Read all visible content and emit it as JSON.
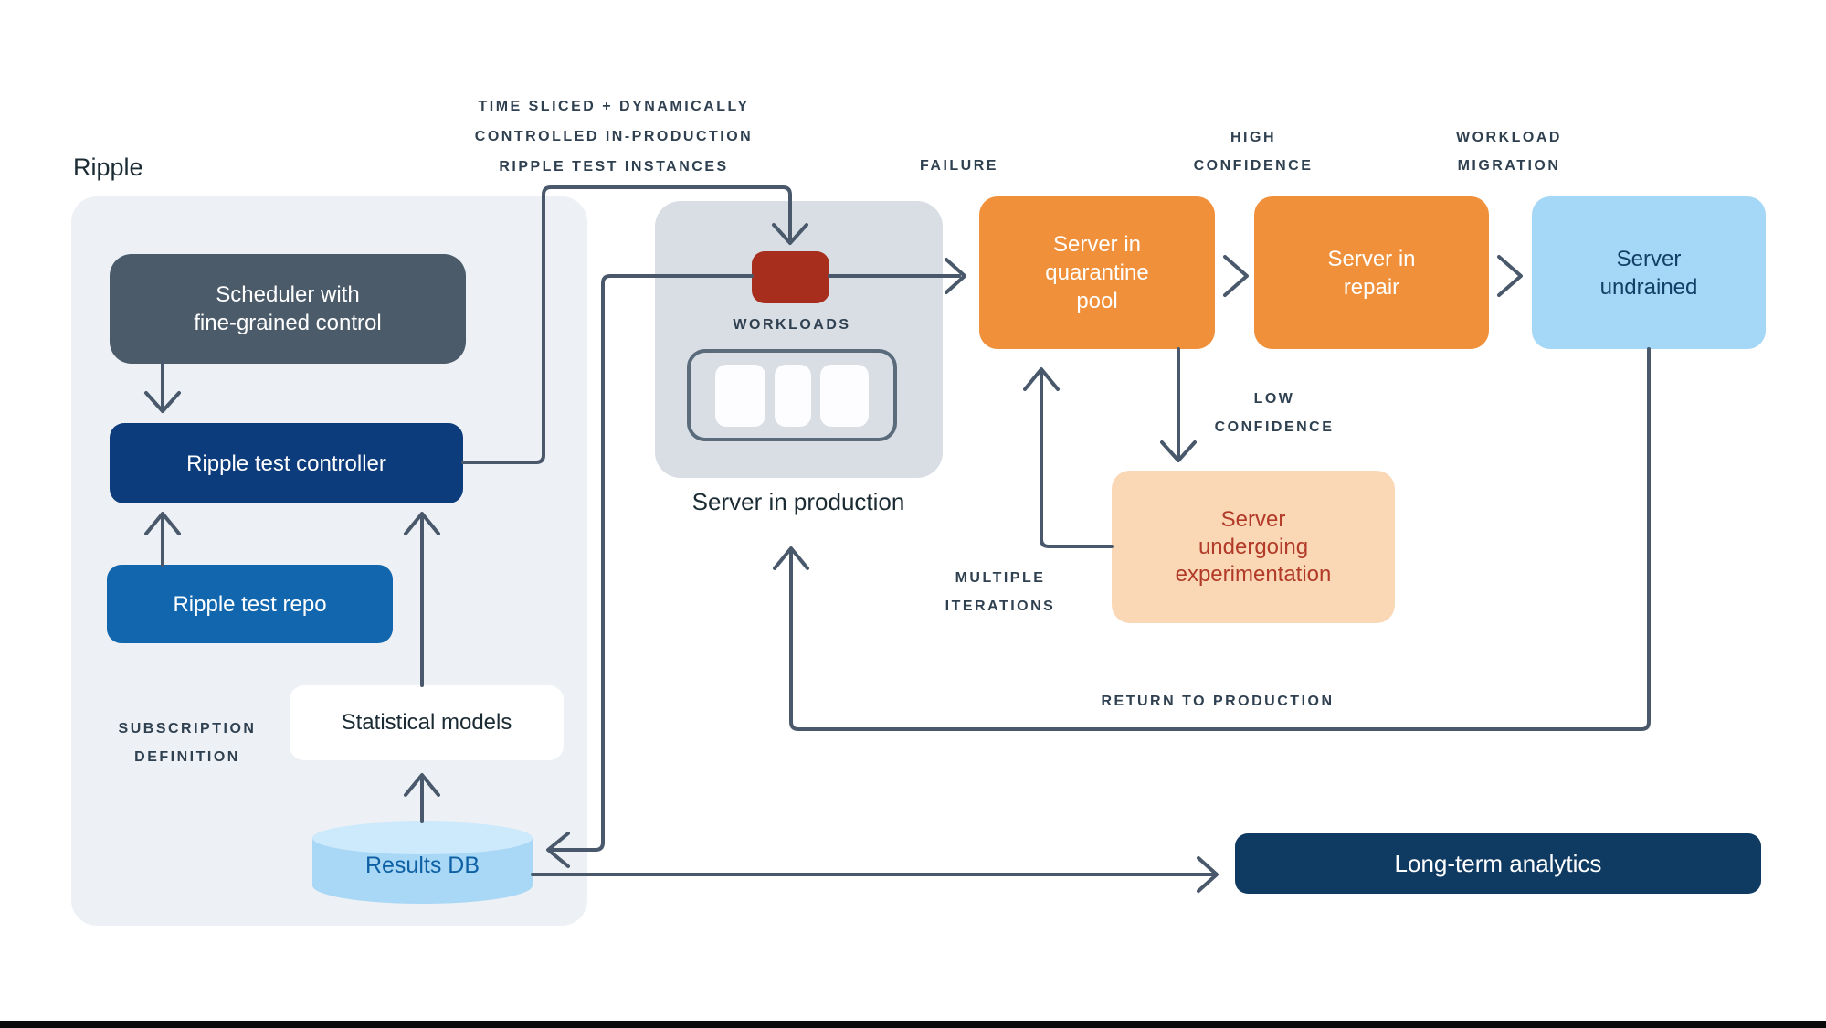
{
  "diagram": {
    "title": "Ripple",
    "colors": {
      "ripple_panel_bg": "#edf0f4",
      "production_panel_bg": "#d9dde4",
      "scheduler_bg": "#4b5b6a",
      "controller_bg": "#0d3c7c",
      "repo_bg": "#1166ae",
      "db_body": "#a9d7f6",
      "db_top": "#cde9fc",
      "db_text": "#0d60a4",
      "red_block": "#a72d1c",
      "orange_box": "#f0903a",
      "light_blue_box": "#a5d7f6",
      "peach_box": "#fad8b6",
      "peach_text": "#b13a28",
      "analytics_bg": "#0f3a62",
      "line": "#49596b",
      "label_text": "#2f4050"
    },
    "ripple": {
      "scheduler": "Scheduler with\nfine-grained control",
      "controller": "Ripple test controller",
      "repo": "Ripple test repo",
      "statistical_models": "Statistical models",
      "subscription_label": "SUBSCRIPTION\nDEFINITION",
      "results_db": "Results DB"
    },
    "production": {
      "workloads_label": "WORKLOADS",
      "caption": "Server in production"
    },
    "flow": {
      "time_sliced_label": "TIME SLICED + DYNAMICALLY\nCONTROLLED IN-PRODUCTION\nRIPPLE TEST INSTANCES",
      "failure_label": "FAILURE",
      "high_confidence_label": "HIGH\nCONFIDENCE",
      "workload_migration_label": "WORKLOAD\nMIGRATION",
      "low_confidence_label": "LOW\nCONFIDENCE",
      "multiple_iterations_label": "MULTIPLE\nITERATIONS",
      "return_label": "RETURN TO PRODUCTION",
      "quarantine": "Server in\nquarantine\npool",
      "repair": "Server in\nrepair",
      "undrained": "Server\nundrained",
      "experimentation": "Server\nundergoing\nexperimentation",
      "analytics": "Long-term analytics"
    }
  }
}
